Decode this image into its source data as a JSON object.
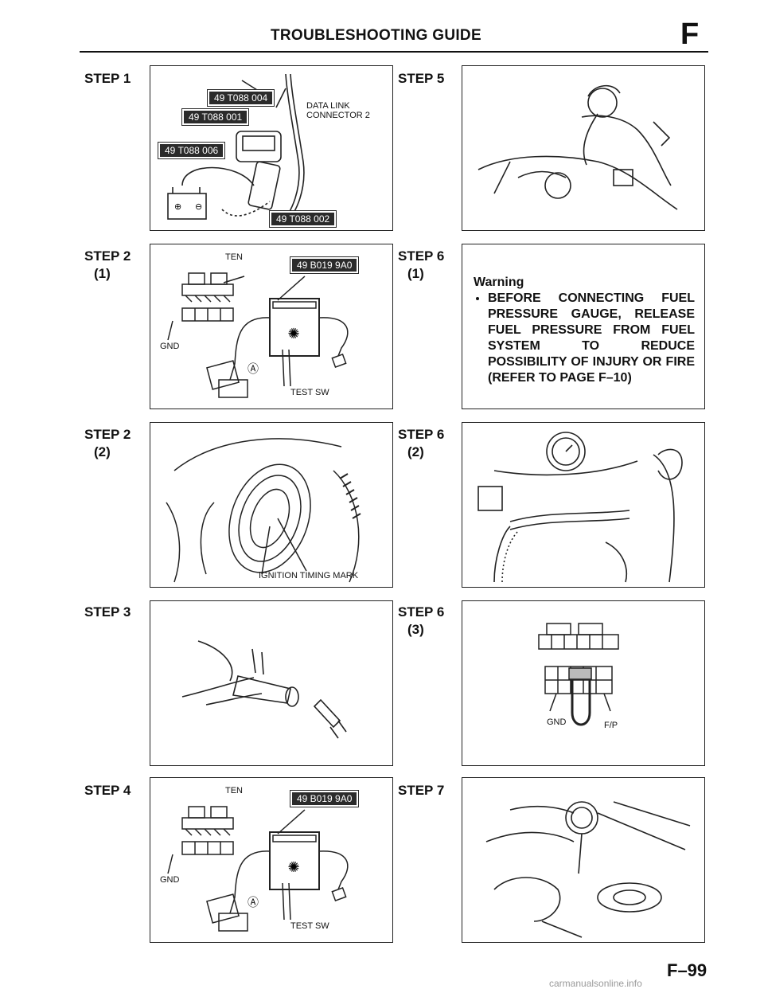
{
  "header": {
    "title": "TROUBLESHOOTING GUIDE",
    "section_letter": "F"
  },
  "steps": {
    "s1": {
      "label": "STEP 1",
      "sub": ""
    },
    "s2a": {
      "label": "STEP 2",
      "sub": "(1)"
    },
    "s2b": {
      "label": "STEP 2",
      "sub": "(2)"
    },
    "s3": {
      "label": "STEP 3",
      "sub": ""
    },
    "s4": {
      "label": "STEP 4",
      "sub": ""
    },
    "s5": {
      "label": "STEP 5",
      "sub": ""
    },
    "s6a": {
      "label": "STEP 6",
      "sub": "(1)"
    },
    "s6b": {
      "label": "STEP 6",
      "sub": "(2)"
    },
    "s6c": {
      "label": "STEP 6",
      "sub": "(3)"
    },
    "s7": {
      "label": "STEP 7",
      "sub": ""
    }
  },
  "panel1": {
    "tag_004": "49 T088 004",
    "tag_001": "49 T088 001",
    "tag_006": "49 T088 006",
    "tag_002": "49 T088 002",
    "connector_line1": "DATA LINK",
    "connector_line2": "CONNECTOR 2"
  },
  "panel2": {
    "ten": "TEN",
    "tag": "49 B019 9A0",
    "gnd": "GND",
    "test_sw": "TEST SW",
    "circle_a": "Ⓐ"
  },
  "panel3": {
    "ignition_timing_mark": "IGNITION TIMING MARK"
  },
  "panel4": {
    "ten": "TEN",
    "tag": "49 B019 9A0",
    "gnd": "GND",
    "test_sw": "TEST SW",
    "circle_a": "Ⓐ"
  },
  "panel6a": {
    "title": "Warning",
    "text": "BEFORE CONNECTING FUEL PRESSURE GAUGE, RELEASE FUEL PRESSURE FROM FUEL SYSTEM TO REDUCE POSSIBILITY OF INJURY OR FIRE (REFER TO PAGE F–10)"
  },
  "panel6c": {
    "gnd": "GND",
    "fp": "F/P"
  },
  "footer": {
    "page": "F–99"
  },
  "watermark": "carmanualsonline.info"
}
